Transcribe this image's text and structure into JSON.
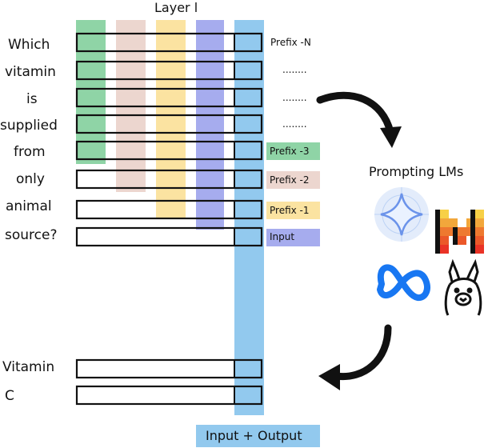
{
  "layer_title": "Layer l",
  "question_words": [
    "Which",
    "vitamin",
    "is",
    "supplied",
    "from",
    "only",
    "animal",
    "source?"
  ],
  "answer_words": [
    "Vitamin",
    "C"
  ],
  "prefix_labels": [
    {
      "text": "Prefix -N",
      "color": ""
    },
    {
      "text": "........",
      "color": ""
    },
    {
      "text": "........",
      "color": ""
    },
    {
      "text": "........",
      "color": ""
    },
    {
      "text": "Prefix -3",
      "color": "#8fd4a6"
    },
    {
      "text": "Prefix -2",
      "color": "#ecd6cf"
    },
    {
      "text": "Prefix -1",
      "color": "#fbe3a1"
    },
    {
      "text": "Input",
      "color": "#a6acee"
    }
  ],
  "output_label": "Input + Output",
  "prompting_label": "Prompting LMs",
  "column_colors": {
    "prefix_3": "#8fd4a6",
    "prefix_2": "#ecd6cf",
    "prefix_1": "#fbe3a1",
    "input": "#a6acee",
    "input_output": "#92c9ee"
  },
  "logos": [
    "gemini-logo-icon",
    "mistral-logo-icon",
    "meta-logo-icon",
    "llama-logo-icon"
  ]
}
